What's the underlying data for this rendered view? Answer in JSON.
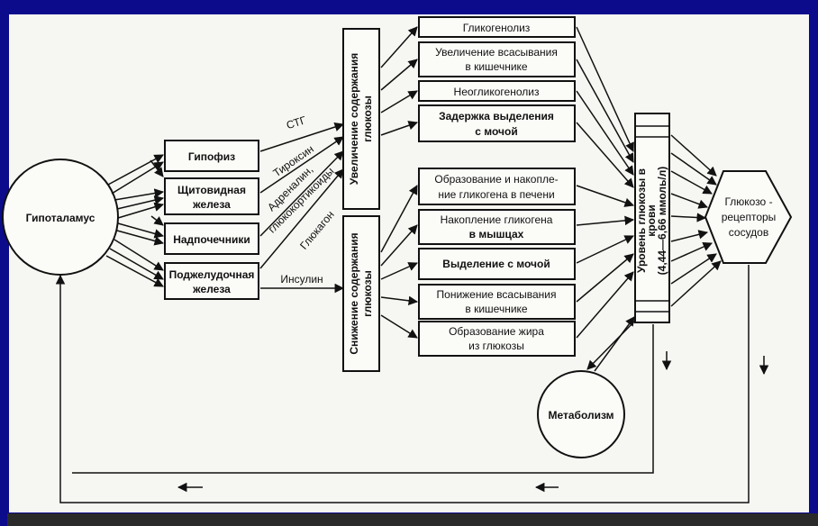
{
  "colors": {
    "slide_bg": "#0b0b8c",
    "sheet": "#f6f6f2",
    "ink": "#111111"
  },
  "diagram": {
    "hypothalamus": "Гипоталамус",
    "glands": [
      "Гипофиз",
      "Щитовидная",
      "железа",
      "Надпочечники",
      "Поджелудочная",
      "железа"
    ],
    "hormones": {
      "stg": "СТГ",
      "thyroxine": "Тироксин",
      "adrenaline": "Адреналин,",
      "glucocorticoids": "глюкокортикоиды",
      "glucagon": "Глюкагон",
      "insulin": "Инсулин"
    },
    "increase_bar": [
      "Увеличение содержания",
      "глюкозы"
    ],
    "decrease_bar": [
      "Снижение содержания",
      "глюкозы"
    ],
    "increase_effects": [
      [
        "Гликогенолиз"
      ],
      [
        "Увеличение всасывания",
        "в кишечнике"
      ],
      [
        "Неогликогенолиз"
      ],
      [
        "Задержка выделения",
        "с мочой"
      ]
    ],
    "decrease_effects": [
      [
        "Образование и накопле-",
        "ние гликогена в печени"
      ],
      [
        "Накопление гликогена",
        "в мышцах"
      ],
      [
        "Выделение с мочой"
      ],
      [
        "Понижение всасывания",
        "в кишечнике"
      ],
      [
        "Образование жира",
        "из глюкозы"
      ]
    ],
    "blood_level": [
      "Уровень глюкозы в",
      "крови",
      "(4,44—6,66 ммоль/л)"
    ],
    "receptors": [
      "Глюкозо -",
      "рецепторы",
      "сосудов"
    ],
    "metabolism": "Метаболизм"
  }
}
